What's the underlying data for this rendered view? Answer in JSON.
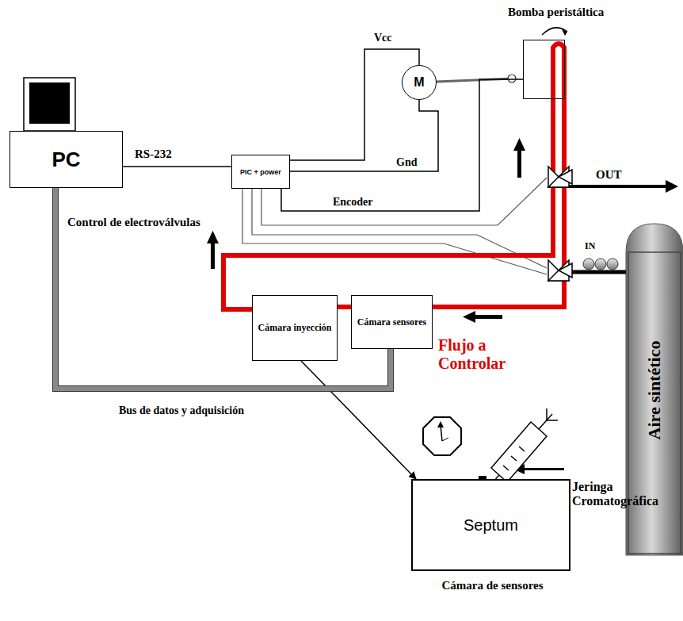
{
  "diagram": {
    "nodes": [
      {
        "text": [
          "PC"
        ]
      },
      {
        "text": [
          "PIC + power"
        ]
      },
      {
        "text": [
          "M"
        ]
      },
      {
        "text": [
          "Bomba peristáltica"
        ]
      },
      {
        "text": [
          "Cámara inyección"
        ]
      },
      {
        "text": [
          "Cámara sensores"
        ]
      },
      {
        "text": [
          "Aire sintético"
        ]
      },
      {
        "text": [
          "Septum",
          "Cámara de sensores"
        ]
      }
    ],
    "edges": [
      {
        "from": 0,
        "to": 1,
        "label": "RS-232",
        "arrow": "none"
      },
      {
        "from": 1,
        "to": 2,
        "label": "Vcc",
        "arrow": "none"
      },
      {
        "from": 1,
        "to": 2,
        "label": "Gnd",
        "arrow": "none"
      },
      {
        "from": 1,
        "to": 3,
        "label": "Encoder",
        "arrow": "none"
      },
      {
        "from": 4,
        "to": 7,
        "arrow": "to"
      },
      {
        "from": 0,
        "to": 5,
        "label": "Bus de datos y adquisición",
        "arrow": "none"
      },
      {
        "from": 5,
        "to": 4,
        "arrow": "none"
      },
      {
        "from": 4,
        "to": 3,
        "arrow": "none"
      },
      {
        "from": 3,
        "to": 5,
        "arrow": "none"
      }
    ],
    "labels": [
      "OUT",
      "IN",
      "Control de electroválvulas",
      "Flujo a Controlar",
      "Jeringa Cromatográfica"
    ]
  }
}
